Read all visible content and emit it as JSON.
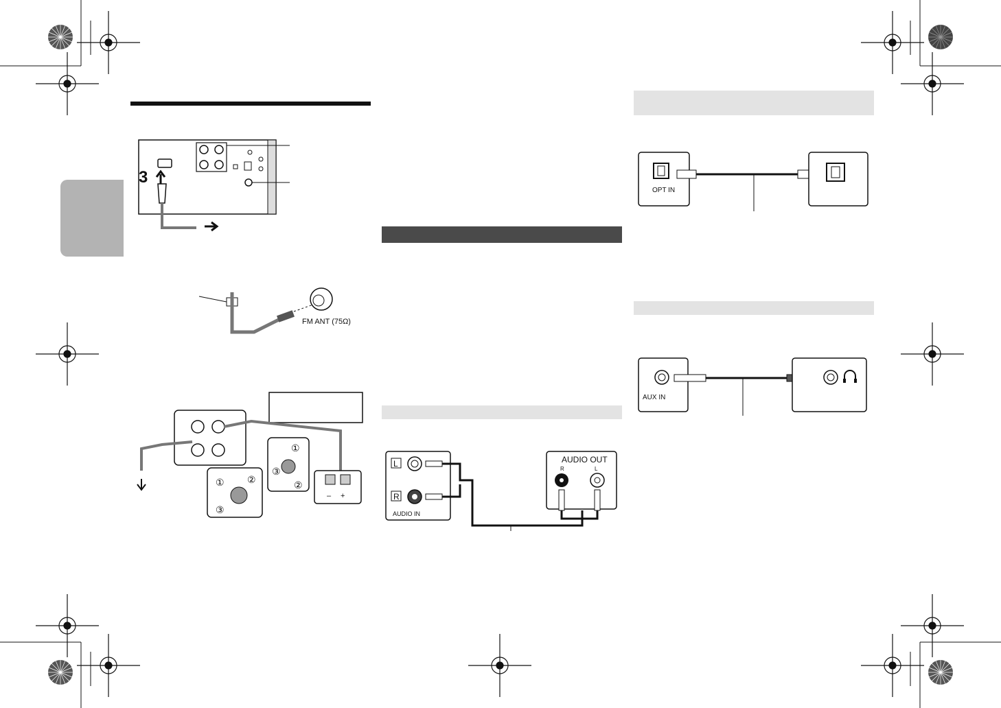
{
  "labels": {
    "step_number": "3",
    "fm_ant": "FM ANT (75Ω)",
    "opt_in": "OPT IN",
    "aux_in": "AUX IN",
    "audio_in": "AUDIO IN",
    "audio_out": "AUDIO OUT",
    "jack_l": "L",
    "jack_r": "R",
    "out_r": "R",
    "out_l": "L",
    "speaker_minus": "–",
    "speaker_plus": "+",
    "circle_1": "①",
    "circle_2": "②",
    "circle_3": "③"
  },
  "colors": {
    "ink": "#111111",
    "side_tab": "#b3b3b3",
    "dark_band": "#4a4a4a",
    "light_band": "#e3e3e3"
  }
}
